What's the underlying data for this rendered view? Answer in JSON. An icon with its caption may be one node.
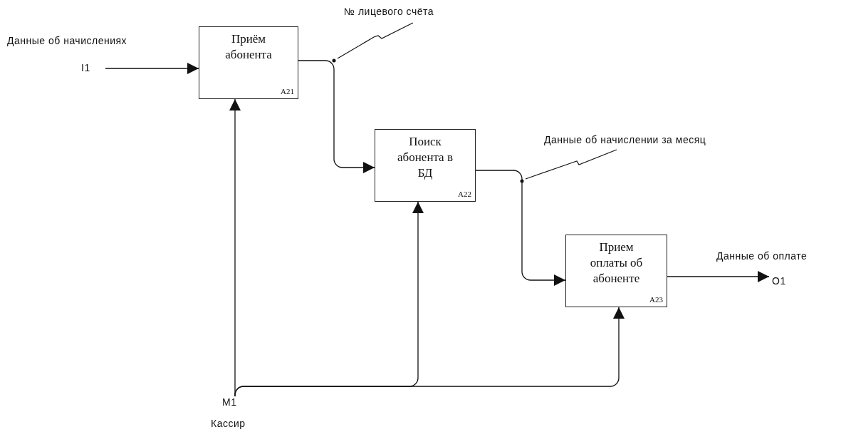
{
  "diagram": {
    "nodes": [
      {
        "text": [
          "Приём абонента",
          "A21"
        ]
      },
      {
        "text": [
          "Поиск абонента в БД",
          "A22"
        ]
      },
      {
        "text": [
          "Прием оплаты об абоненте",
          "A23"
        ]
      },
      {
        "text": [
          "I1"
        ],
        "beside": [
          "Данные об начислениях"
        ]
      },
      {
        "text": [
          "O1"
        ],
        "beside": [
          "Данные об оплате"
        ]
      },
      {
        "text": [
          "M1"
        ],
        "beside": [
          "Кассир"
        ]
      }
    ],
    "edges": [
      {
        "from": 3,
        "to": 0,
        "arrow": "to"
      },
      {
        "from": 0,
        "to": 1,
        "arrow": "to",
        "label": "№ лицевого счёта"
      },
      {
        "from": 1,
        "to": 2,
        "arrow": "to",
        "label": "Данные об начислении за месяц"
      },
      {
        "from": 2,
        "to": 4,
        "arrow": "to"
      },
      {
        "from": 5,
        "to": 0,
        "arrow": "to"
      },
      {
        "from": 5,
        "to": 1,
        "arrow": "to"
      },
      {
        "from": 5,
        "to": 2,
        "arrow": "to"
      }
    ]
  }
}
